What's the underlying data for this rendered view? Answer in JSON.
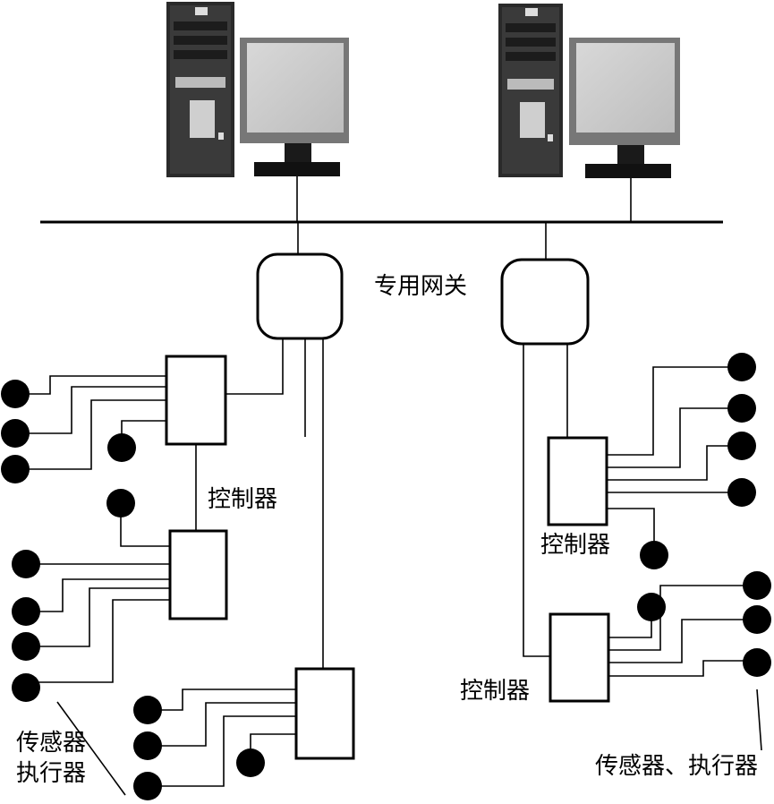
{
  "labels": {
    "gateway": "专用网关",
    "controller": "控制器",
    "devices_left_line1": "传感器",
    "devices_left_line2": "执行器",
    "devices_right": "传感器、执行器"
  },
  "nodes": {
    "computers": [
      "workstation-left",
      "workstation-right"
    ],
    "gateways": [
      "gateway-left",
      "gateway-right"
    ],
    "controllers": [
      "controller-1",
      "controller-2",
      "controller-3",
      "controller-4",
      "controller-5"
    ]
  },
  "colors": {
    "line": "#000000",
    "device": "#000000",
    "background": "#ffffff"
  }
}
